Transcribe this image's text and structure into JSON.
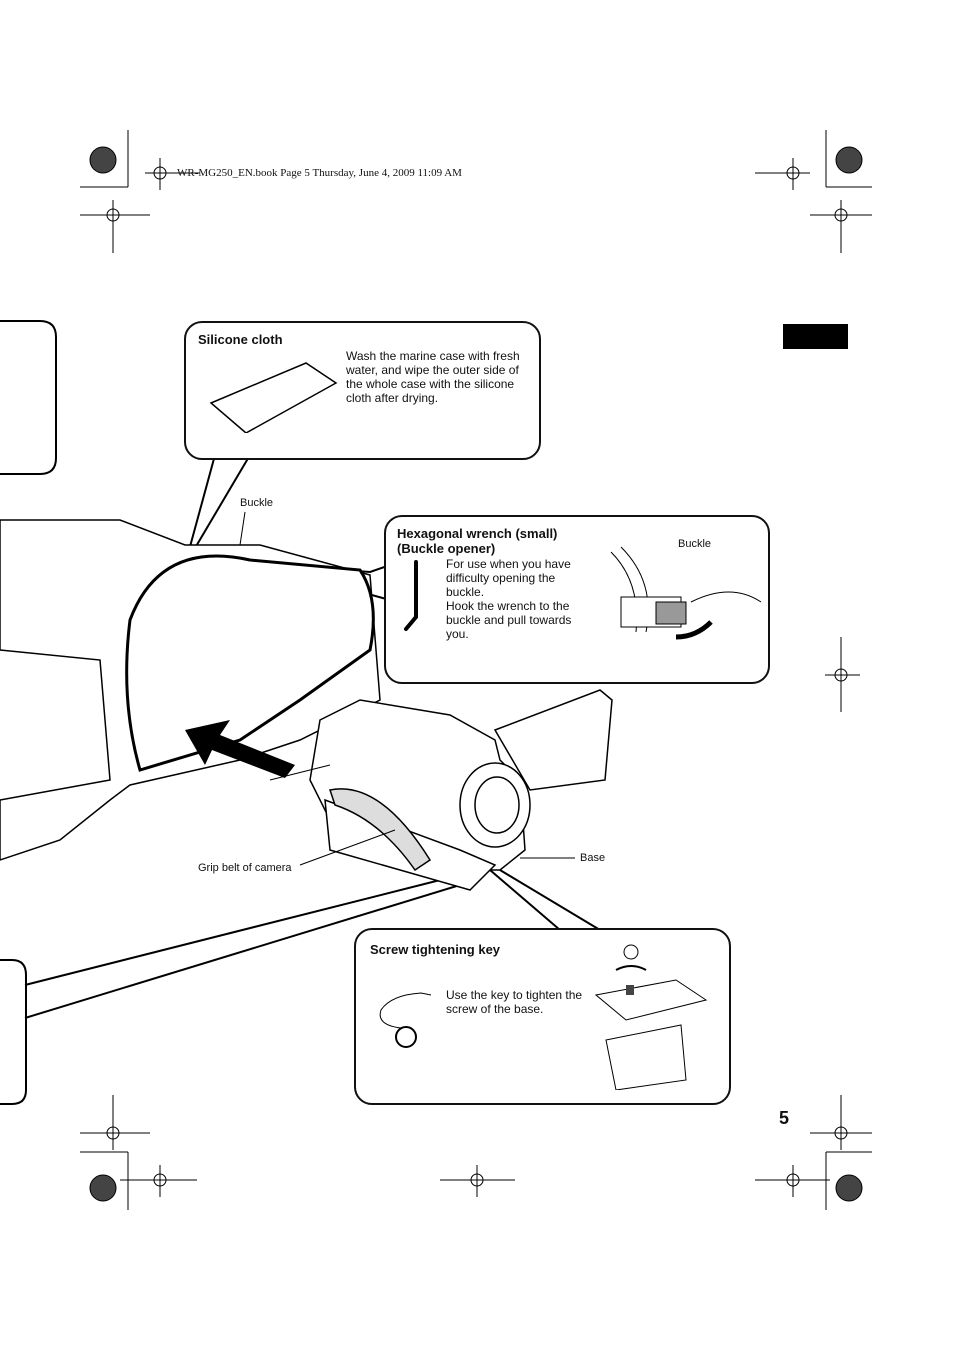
{
  "header": {
    "book_info": "WR-MG250_EN.book  Page 5  Thursday, June 4, 2009  11:09 AM"
  },
  "silicone_cloth": {
    "title": "Silicone cloth",
    "description": "Wash the marine case with fresh water, and wipe the outer side of the whole case with the silicone cloth after drying."
  },
  "hex_wrench": {
    "title_line1": "Hexagonal wrench (small)",
    "title_line2": "(Buckle opener)",
    "description_line1": "For use when you have difficulty opening the buckle.",
    "description_line2": "Hook the wrench to the buckle and pull towards you.",
    "buckle_label": "Buckle"
  },
  "screw_key": {
    "title": "Screw tightening key",
    "description": "Use the key to tighten the screw of the base."
  },
  "labels": {
    "buckle": "Buckle",
    "grip_belt": "Grip belt of camera",
    "base": "Base"
  },
  "page_number": "5"
}
